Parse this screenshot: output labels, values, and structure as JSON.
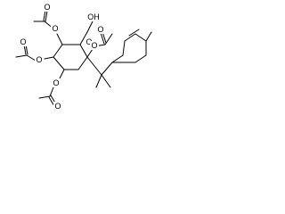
{
  "molecule": {
    "atom_labels": {
      "hydroxyl": "OH",
      "ring_oxygen": "O",
      "acetate_1_ester_o": "O",
      "acetate_1_carbonyl_o": "O",
      "acetate_2_ester_o": "O",
      "acetate_2_carbonyl_o": "O",
      "acetate_3_ester_o": "O",
      "acetate_3_carbonyl_o": "O",
      "acetate_4_ester_o": "O",
      "acetate_4_carbonyl_o": "O"
    }
  }
}
